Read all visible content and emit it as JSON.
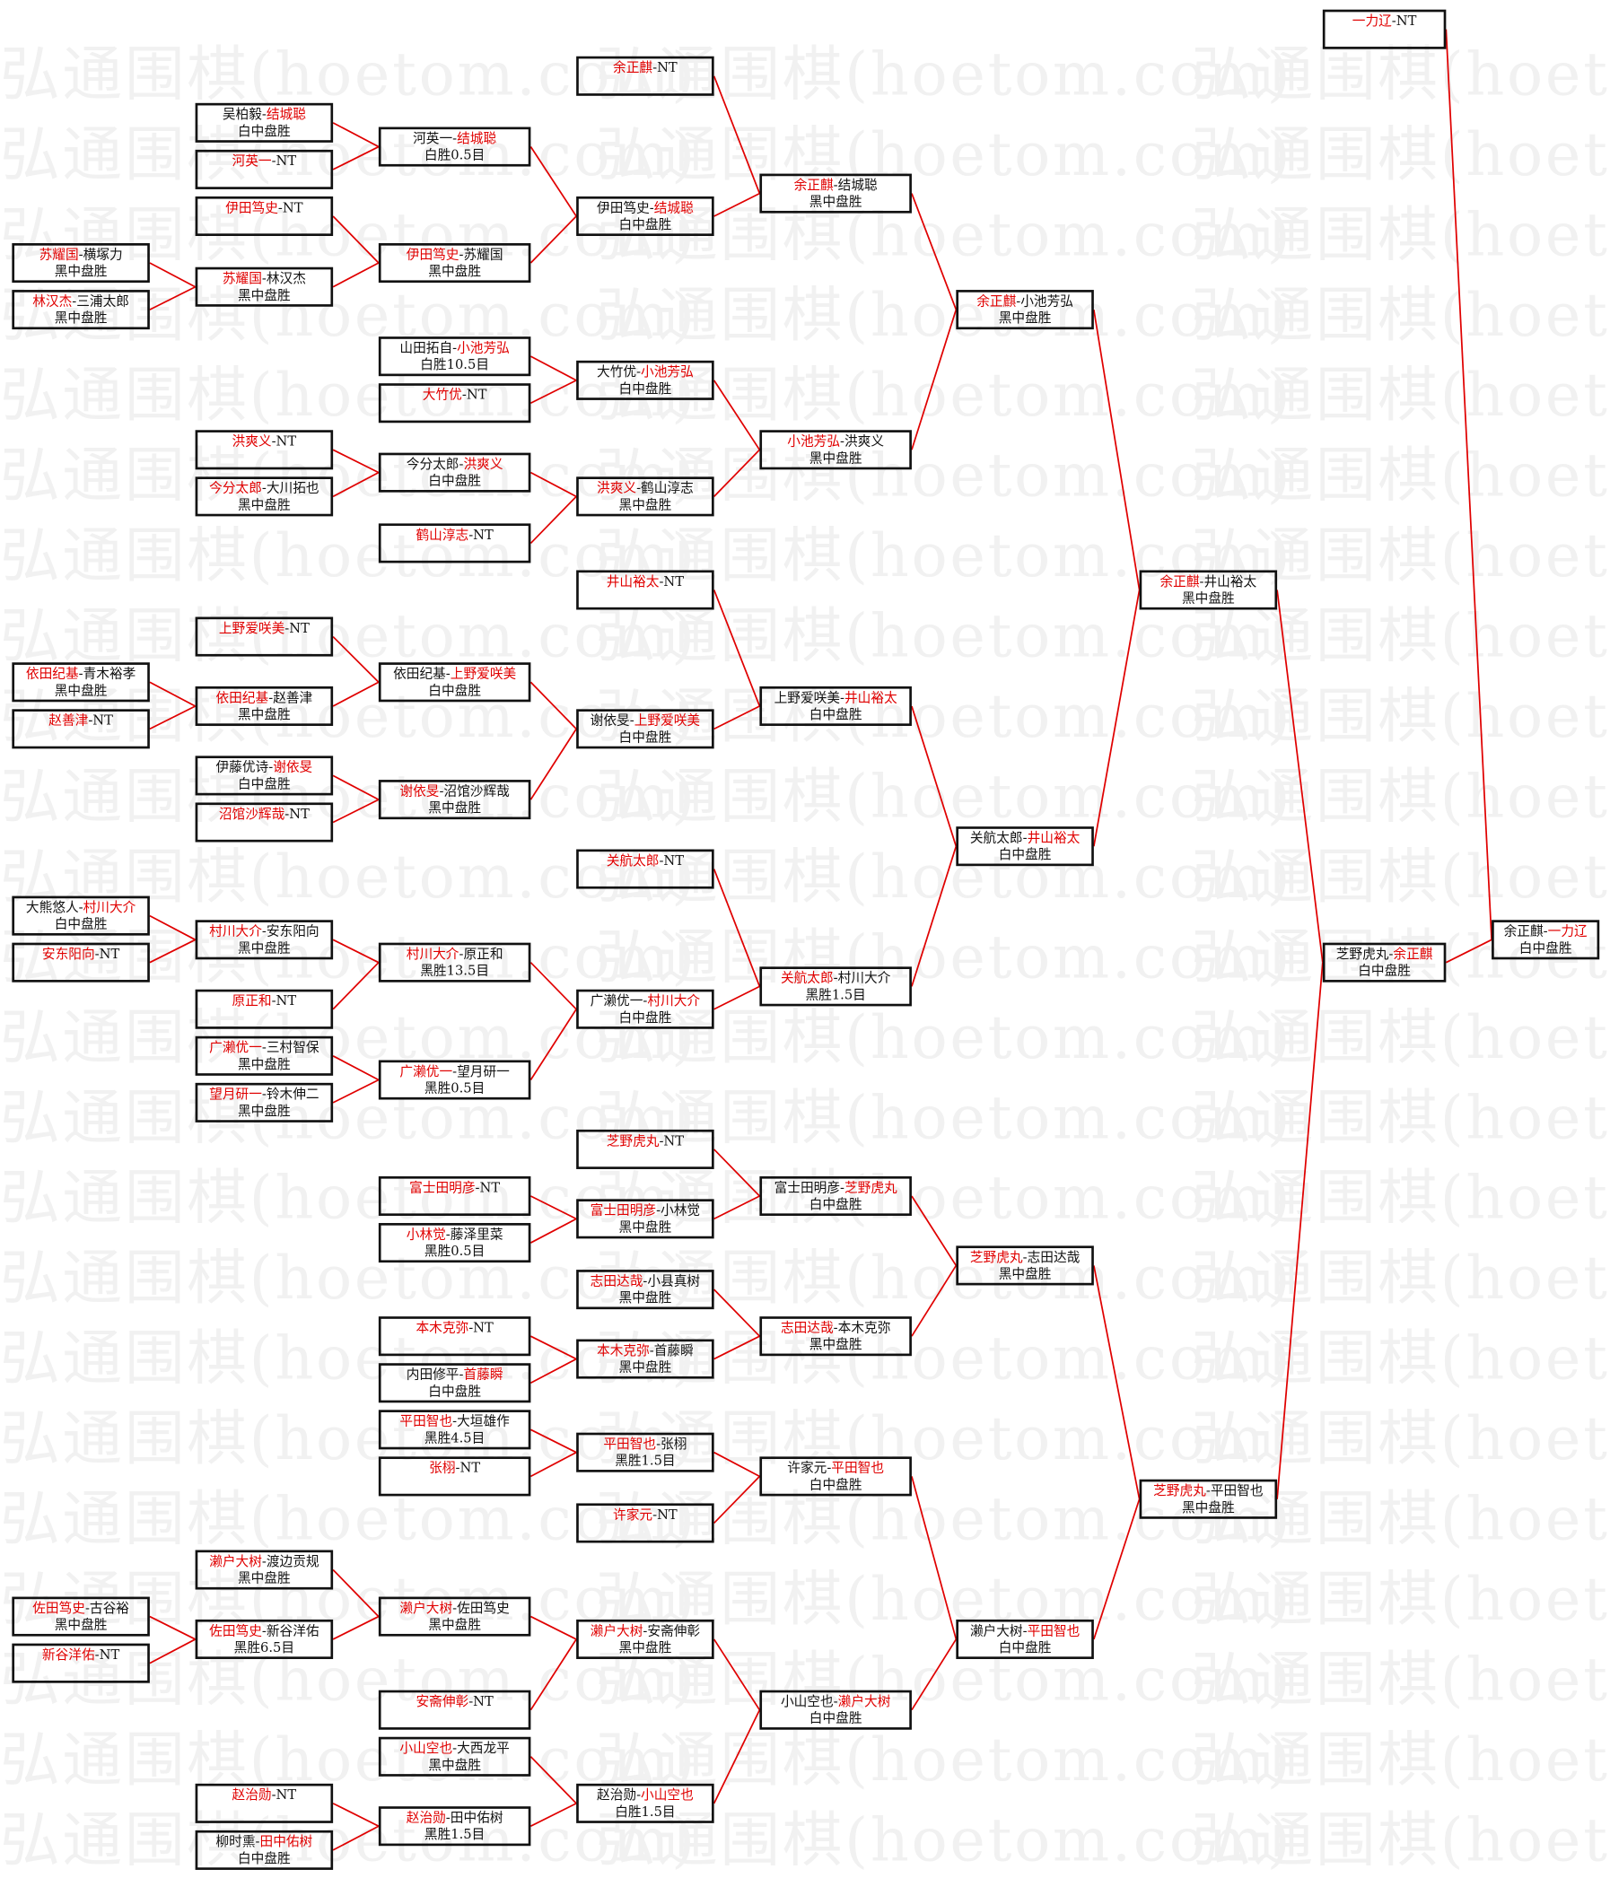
{
  "watermark": "弘通围棋(hoetom.com)",
  "colors": {
    "winner": "#e00000",
    "line": "#e00000",
    "border": "#111111"
  },
  "matches": [
    {
      "p1": "苏耀国",
      "p2": "横塚力",
      "winner": 1,
      "result": "黑中盘胜"
    },
    {
      "p1": "林汉杰",
      "p2": "三浦太郎",
      "winner": 1,
      "result": "黑中盘胜"
    },
    {
      "p1": "依田纪基",
      "p2": "青木裕孝",
      "winner": 1,
      "result": "黑中盘胜"
    },
    {
      "p1": "赵善津",
      "p2": "NT",
      "winner": 1,
      "result": ""
    },
    {
      "p1": "大熊悠人",
      "p2": "村川大介",
      "winner": 2,
      "result": "白中盘胜"
    },
    {
      "p1": "安东阳向",
      "p2": "NT",
      "winner": 1,
      "result": ""
    },
    {
      "p1": "佐田笃史",
      "p2": "古谷裕",
      "winner": 1,
      "result": "黑中盘胜"
    },
    {
      "p1": "新谷洋佑",
      "p2": "NT",
      "winner": 1,
      "result": ""
    },
    {
      "p1": "吴柏毅",
      "p2": "结城聪",
      "winner": 2,
      "result": "白中盘胜"
    },
    {
      "p1": "河英一",
      "p2": "NT",
      "winner": 1,
      "result": ""
    },
    {
      "p1": "伊田笃史",
      "p2": "NT",
      "winner": 1,
      "result": ""
    },
    {
      "p1": "苏耀国",
      "p2": "林汉杰",
      "winner": 1,
      "result": "黑中盘胜"
    },
    {
      "p1": "洪爽义",
      "p2": "NT",
      "winner": 1,
      "result": ""
    },
    {
      "p1": "今分太郎",
      "p2": "大川拓也",
      "winner": 1,
      "result": "黑中盘胜"
    },
    {
      "p1": "上野爱咲美",
      "p2": "NT",
      "winner": 1,
      "result": ""
    },
    {
      "p1": "依田纪基",
      "p2": "赵善津",
      "winner": 1,
      "result": "黑中盘胜"
    },
    {
      "p1": "伊藤优诗",
      "p2": "谢依旻",
      "winner": 2,
      "result": "白中盘胜"
    },
    {
      "p1": "沼馆沙辉哉",
      "p2": "NT",
      "winner": 1,
      "result": ""
    },
    {
      "p1": "村川大介",
      "p2": "安东阳向",
      "winner": 1,
      "result": "黑中盘胜"
    },
    {
      "p1": "原正和",
      "p2": "NT",
      "winner": 1,
      "result": ""
    },
    {
      "p1": "广濑优一",
      "p2": "三村智保",
      "winner": 1,
      "result": "黑中盘胜"
    },
    {
      "p1": "望月研一",
      "p2": "铃木伸二",
      "winner": 1,
      "result": "黑中盘胜"
    },
    {
      "p1": "濑户大树",
      "p2": "渡边贡规",
      "winner": 1,
      "result": "黑中盘胜"
    },
    {
      "p1": "佐田笃史",
      "p2": "新谷洋佑",
      "winner": 1,
      "result": "黑胜6.5目"
    },
    {
      "p1": "赵治勋",
      "p2": "NT",
      "winner": 1,
      "result": ""
    },
    {
      "p1": "柳时熏",
      "p2": "田中佑树",
      "winner": 2,
      "result": "白中盘胜"
    },
    {
      "p1": "河英一",
      "p2": "结城聪",
      "winner": 2,
      "result": "白胜0.5目"
    },
    {
      "p1": "伊田笃史",
      "p2": "苏耀国",
      "winner": 1,
      "result": "黑中盘胜"
    },
    {
      "p1": "山田拓自",
      "p2": "小池芳弘",
      "winner": 2,
      "result": "白胜10.5目"
    },
    {
      "p1": "大竹优",
      "p2": "NT",
      "winner": 1,
      "result": ""
    },
    {
      "p1": "今分太郎",
      "p2": "洪爽义",
      "winner": 2,
      "result": "白中盘胜"
    },
    {
      "p1": "鹤山淳志",
      "p2": "NT",
      "winner": 1,
      "result": ""
    },
    {
      "p1": "依田纪基",
      "p2": "上野爱咲美",
      "winner": 2,
      "result": "白中盘胜"
    },
    {
      "p1": "谢依旻",
      "p2": "沼馆沙辉哉",
      "winner": 1,
      "result": "黑中盘胜"
    },
    {
      "p1": "村川大介",
      "p2": "原正和",
      "winner": 1,
      "result": "黑胜13.5目"
    },
    {
      "p1": "广濑优一",
      "p2": "望月研一",
      "winner": 1,
      "result": "黑胜0.5目"
    },
    {
      "p1": "富士田明彦",
      "p2": "NT",
      "winner": 1,
      "result": ""
    },
    {
      "p1": "小林觉",
      "p2": "藤泽里菜",
      "winner": 1,
      "result": "黑胜0.5目"
    },
    {
      "p1": "本木克弥",
      "p2": "NT",
      "winner": 1,
      "result": ""
    },
    {
      "p1": "内田修平",
      "p2": "首藤瞬",
      "winner": 2,
      "result": "白中盘胜"
    },
    {
      "p1": "平田智也",
      "p2": "大垣雄作",
      "winner": 1,
      "result": "黑胜4.5目"
    },
    {
      "p1": "张栩",
      "p2": "NT",
      "winner": 1,
      "result": ""
    },
    {
      "p1": "濑户大树",
      "p2": "佐田笃史",
      "winner": 1,
      "result": "黑中盘胜"
    },
    {
      "p1": "安斋伸彰",
      "p2": "NT",
      "winner": 1,
      "result": ""
    },
    {
      "p1": "小山空也",
      "p2": "大西龙平",
      "winner": 1,
      "result": "黑中盘胜"
    },
    {
      "p1": "赵治勋",
      "p2": "田中佑树",
      "winner": 1,
      "result": "黑胜1.5目"
    },
    {
      "p1": "余正麒",
      "p2": "NT",
      "winner": 1,
      "result": ""
    },
    {
      "p1": "伊田笃史",
      "p2": "结城聪",
      "winner": 2,
      "result": "白中盘胜"
    },
    {
      "p1": "大竹优",
      "p2": "小池芳弘",
      "winner": 2,
      "result": "白中盘胜"
    },
    {
      "p1": "洪爽义",
      "p2": "鹤山淳志",
      "winner": 1,
      "result": "黑中盘胜"
    },
    {
      "p1": "井山裕太",
      "p2": "NT",
      "winner": 1,
      "result": ""
    },
    {
      "p1": "谢依旻",
      "p2": "上野爱咲美",
      "winner": 2,
      "result": "白中盘胜"
    },
    {
      "p1": "关航太郎",
      "p2": "NT",
      "winner": 1,
      "result": ""
    },
    {
      "p1": "广濑优一",
      "p2": "村川大介",
      "winner": 2,
      "result": "白中盘胜"
    },
    {
      "p1": "芝野虎丸",
      "p2": "NT",
      "winner": 1,
      "result": ""
    },
    {
      "p1": "富士田明彦",
      "p2": "小林觉",
      "winner": 1,
      "result": "黑中盘胜"
    },
    {
      "p1": "志田达哉",
      "p2": "小县真树",
      "winner": 1,
      "result": "黑中盘胜"
    },
    {
      "p1": "本木克弥",
      "p2": "首藤瞬",
      "winner": 1,
      "result": "黑中盘胜"
    },
    {
      "p1": "平田智也",
      "p2": "张栩",
      "winner": 1,
      "result": "黑胜1.5目"
    },
    {
      "p1": "许家元",
      "p2": "NT",
      "winner": 1,
      "result": ""
    },
    {
      "p1": "濑户大树",
      "p2": "安斋伸彰",
      "winner": 1,
      "result": "黑中盘胜"
    },
    {
      "p1": "赵治勋",
      "p2": "小山空也",
      "winner": 2,
      "result": "白胜1.5目"
    },
    {
      "p1": "余正麒",
      "p2": "结城聪",
      "winner": 1,
      "result": "黑中盘胜"
    },
    {
      "p1": "小池芳弘",
      "p2": "洪爽义",
      "winner": 1,
      "result": "黑中盘胜"
    },
    {
      "p1": "上野爱咲美",
      "p2": "井山裕太",
      "winner": 2,
      "result": "白中盘胜"
    },
    {
      "p1": "关航太郎",
      "p2": "村川大介",
      "winner": 1,
      "result": "黑胜1.5目"
    },
    {
      "p1": "富士田明彦",
      "p2": "芝野虎丸",
      "winner": 2,
      "result": "白中盘胜"
    },
    {
      "p1": "志田达哉",
      "p2": "本木克弥",
      "winner": 1,
      "result": "黑中盘胜"
    },
    {
      "p1": "许家元",
      "p2": "平田智也",
      "winner": 2,
      "result": "白中盘胜"
    },
    {
      "p1": "小山空也",
      "p2": "濑户大树",
      "winner": 2,
      "result": "白中盘胜"
    },
    {
      "p1": "余正麒",
      "p2": "小池芳弘",
      "winner": 1,
      "result": "黑中盘胜"
    },
    {
      "p1": "关航太郎",
      "p2": "井山裕太",
      "winner": 2,
      "result": "白中盘胜"
    },
    {
      "p1": "芝野虎丸",
      "p2": "志田达哉",
      "winner": 1,
      "result": "黑中盘胜"
    },
    {
      "p1": "濑户大树",
      "p2": "平田智也",
      "winner": 2,
      "result": "白中盘胜"
    },
    {
      "p1": "余正麒",
      "p2": "井山裕太",
      "winner": 1,
      "result": "黑中盘胜"
    },
    {
      "p1": "芝野虎丸",
      "p2": "平田智也",
      "winner": 1,
      "result": "黑中盘胜"
    },
    {
      "p1": "一力辽",
      "p2": "NT",
      "winner": 1,
      "result": ""
    },
    {
      "p1": "芝野虎丸",
      "p2": "余正麒",
      "winner": 2,
      "result": "白中盘胜"
    },
    {
      "p1": "余正麒",
      "p2": "一力辽",
      "winner": 2,
      "result": "白中盘胜"
    }
  ]
}
